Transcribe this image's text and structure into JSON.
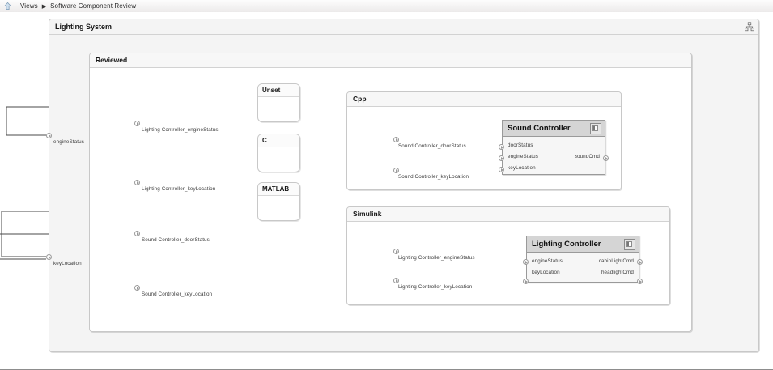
{
  "breadcrumb": {
    "up_icon": "up-arrow-icon",
    "root": "Views",
    "separator": "▶",
    "current": "Software Component Review"
  },
  "diagram": {
    "root_group": {
      "title": "Lighting System",
      "icon": "hierarchy-icon",
      "ports": [
        {
          "name": "engineStatus"
        },
        {
          "name": "keyLocation"
        }
      ]
    },
    "reviewed_group": {
      "title": "Reviewed",
      "ports": [
        {
          "name": "Lighting Controller_engineStatus"
        },
        {
          "name": "Lighting Controller_keyLocation"
        },
        {
          "name": "Sound Controller_doorStatus"
        },
        {
          "name": "Sound Controller_keyLocation"
        }
      ]
    },
    "stereotype_boxes": [
      {
        "title": "Unset"
      },
      {
        "title": "C"
      },
      {
        "title": "MATLAB"
      }
    ],
    "cpp_group": {
      "title": "Cpp",
      "ports": [
        {
          "name": "Sound Controller_doorStatus"
        },
        {
          "name": "Sound Controller_keyLocation"
        }
      ],
      "component": {
        "title": "Sound Controller",
        "icon": "model-icon",
        "inputs": [
          {
            "name": "doorStatus"
          },
          {
            "name": "engineStatus"
          },
          {
            "name": "keyLocation"
          }
        ],
        "outputs": [
          {
            "name": "soundCmd"
          }
        ]
      }
    },
    "simulink_group": {
      "title": "Simulink",
      "ports": [
        {
          "name": "Lighting Controller_engineStatus"
        },
        {
          "name": "Lighting Controller_keyLocation"
        }
      ],
      "component": {
        "title": "Lighting Controller",
        "icon": "model-icon",
        "inputs": [
          {
            "name": "engineStatus"
          },
          {
            "name": "keyLocation"
          }
        ],
        "outputs": [
          {
            "name": "cabinLightCmd"
          },
          {
            "name": "headlightCmd"
          }
        ]
      }
    },
    "colors": {
      "wire": "#4a4a4a",
      "group_bg": "#f4f4f4",
      "group_border": "#c8c8c8",
      "component_header": "#d5d5d5",
      "component_border": "#9a9a9a",
      "canvas_bg": "#ffffff"
    }
  }
}
